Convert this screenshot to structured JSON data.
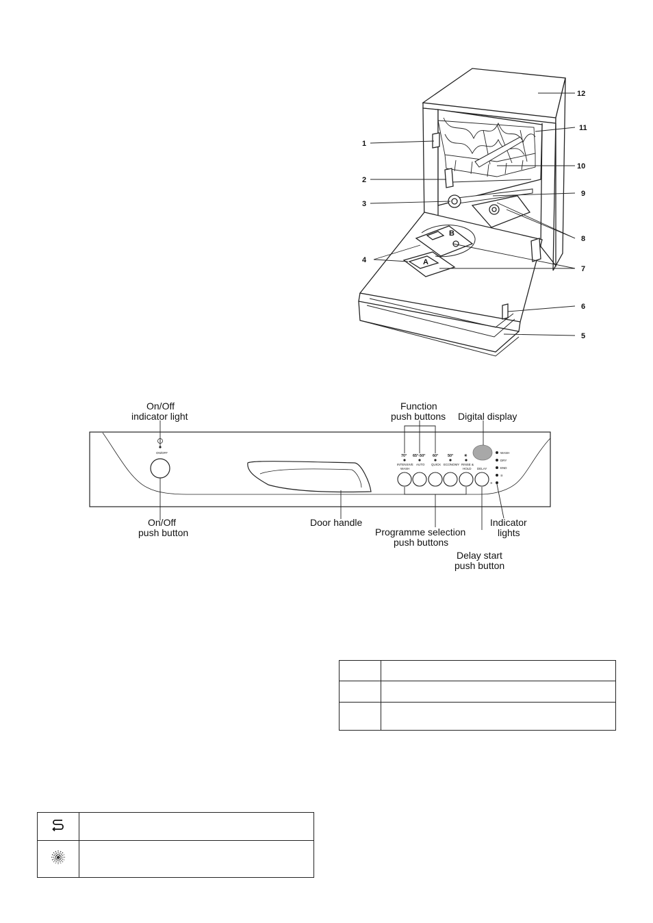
{
  "dishwasher_diagram": {
    "callouts": [
      "1",
      "2",
      "3",
      "4",
      "5",
      "6",
      "7",
      "8",
      "9",
      "10",
      "11",
      "12"
    ],
    "zone_labels": [
      "A",
      "B"
    ]
  },
  "control_panel": {
    "labels": {
      "onoff_light_1": "On/Off",
      "onoff_light_2": "indicator light",
      "function_1": "Function",
      "function_2": "push buttons",
      "display": "Digital display",
      "onoff_button_1": "On/Off",
      "onoff_button_2": "push button",
      "door_handle": "Door handle",
      "programme_1": "Programme selection",
      "programme_2": "push buttons",
      "indicator_1": "Indicator",
      "indicator_2": "lights",
      "delay_1": "Delay start",
      "delay_2": "push button"
    },
    "onoff_small_label": "ON/OFF",
    "programme_buttons": [
      {
        "temp": "70°",
        "name": "INTENSIVE",
        "name2": "WASH"
      },
      {
        "temp": "65°-50°",
        "name": "AUTO",
        "name2": ""
      },
      {
        "temp": "60°",
        "name": "QUICK",
        "name2": ""
      },
      {
        "temp": "50°",
        "name": "ECONOMY",
        "name2": ""
      },
      {
        "temp": "✳",
        "name": "RINSE &",
        "name2": "HOLD"
      }
    ],
    "delay_label": "DELAY",
    "indicator_lights": [
      "WASH",
      "DRY",
      "END",
      "≋"
    ]
  },
  "table_right": {
    "rows": [
      {
        "col1": "",
        "col2": ""
      },
      {
        "col1": "",
        "col2": ""
      },
      {
        "col1": "",
        "col2": ""
      }
    ]
  },
  "table_left": {
    "rows": [
      {
        "icon": "salt-icon",
        "text": ""
      },
      {
        "icon": "rinse-aid-icon",
        "text": ""
      }
    ]
  }
}
